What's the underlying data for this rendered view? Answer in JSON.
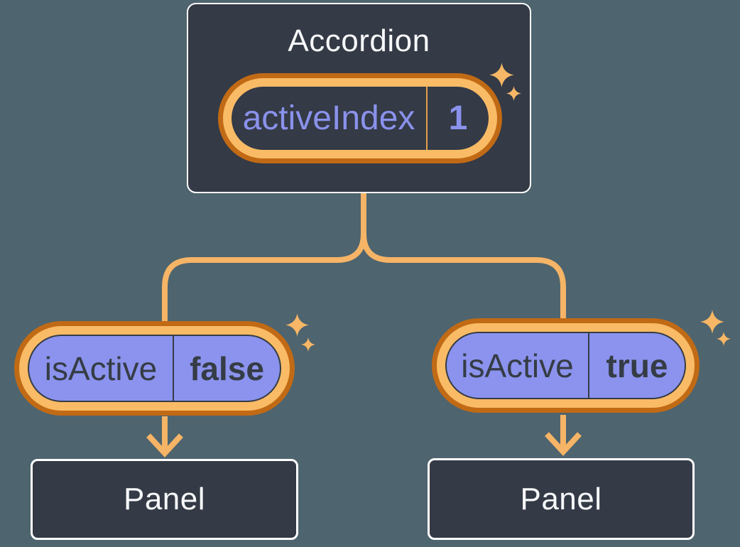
{
  "colors": {
    "background": "#4E646E",
    "node_fill": "#343A46",
    "node_border": "#FFFFFF",
    "ring_dark_orange": "#C16A15",
    "ring_light_orange": "#FABB66",
    "connector_orange": "#F6B466",
    "sparkle_orange": "#F7B766",
    "purple_fill": "#8B93EE",
    "purple_text": "#8A92EC",
    "dark_text": "#353C45",
    "white_text": "#F7F8FA",
    "divider_orange": "#E39F4D"
  },
  "accordion": {
    "title": "Accordion",
    "state": {
      "name": "activeIndex",
      "value": "1"
    }
  },
  "children": [
    {
      "prop": {
        "name": "isActive",
        "value": "false"
      },
      "panel": {
        "label": "Panel"
      }
    },
    {
      "prop": {
        "name": "isActive",
        "value": "true"
      },
      "panel": {
        "label": "Panel"
      }
    }
  ],
  "icons": {
    "sparkle": "four-point-star"
  }
}
